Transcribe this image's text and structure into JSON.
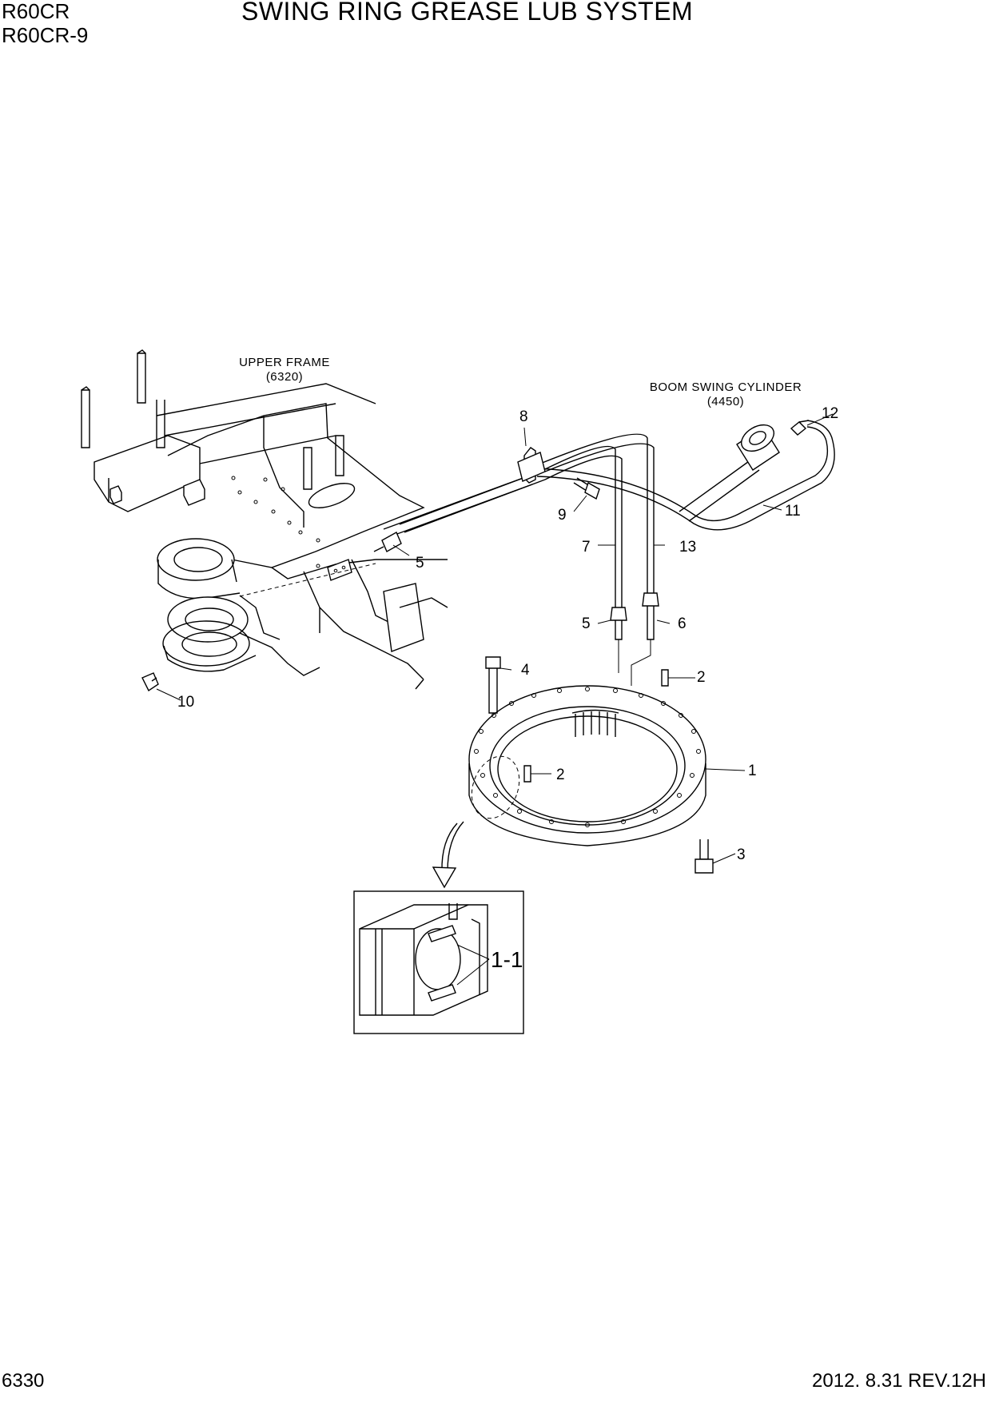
{
  "header": {
    "model_line_1": "R60CR",
    "model_line_2": "R60CR-9",
    "title": "SWING RING GREASE LUB SYSTEM"
  },
  "footer": {
    "page_number": "6330",
    "date_revision": "2012. 8.31  REV.12H"
  },
  "references": {
    "upper_frame": {
      "name": "UPPER FRAME",
      "code": "(6320)"
    },
    "boom_swing_cylinder": {
      "name": "BOOM SWING CYLINDER",
      "code": "(4450)"
    }
  },
  "callouts": {
    "p1": "1",
    "p1_1": "1-1",
    "p2_top": "2",
    "p2_inner": "2",
    "p3": "3",
    "p4": "4",
    "p5_left": "5",
    "p5_lower": "5",
    "p6": "6",
    "p7": "7",
    "p8": "8",
    "p9": "9",
    "p10": "10",
    "p11": "11",
    "p12": "12",
    "p13": "13"
  }
}
